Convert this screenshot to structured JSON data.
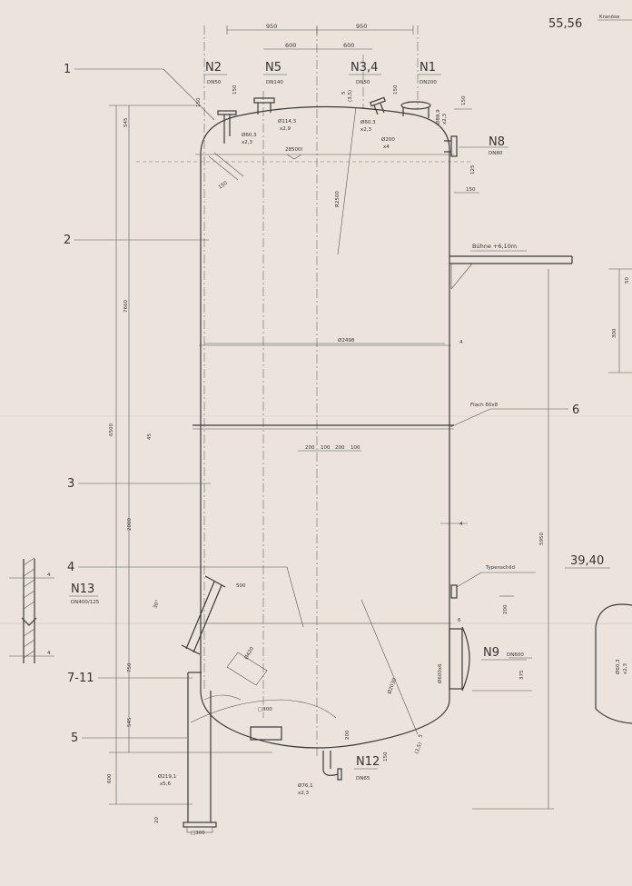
{
  "header": {
    "sheet_no": "55,56",
    "corner_note": "Kranöse"
  },
  "nozzles": {
    "n1": {
      "tag": "N1",
      "dn": "DN200"
    },
    "n2": {
      "tag": "N2",
      "dn": "DN50"
    },
    "n5": {
      "tag": "N5",
      "dn": "DN140"
    },
    "n34": {
      "tag": "N3,4",
      "dn": "DN50"
    },
    "n8": {
      "tag": "N8",
      "dn": "DN80"
    },
    "n9": {
      "tag": "N9",
      "dn": "DN600"
    },
    "n12": {
      "tag": "N12",
      "dn": "DN65"
    },
    "n13": {
      "tag": "N13",
      "dn": "DN400/125"
    }
  },
  "positions": [
    "1",
    "2",
    "3",
    "4",
    "5",
    "6",
    "7-11"
  ],
  "labels": {
    "platform": "Bühne +6,10m",
    "flat_bar": "Flach 60x8",
    "nameplate": "Typenschild",
    "side_weight": "39,40",
    "volume": "28500l"
  },
  "dims": {
    "top_950_left": "950",
    "top_950_right": "950",
    "top_600_left": "600",
    "top_600_right": "600",
    "n2_pipe": "Ø60,3",
    "n2_wall": "x2,3",
    "n5_pipe": "Ø114,3",
    "n5_wall": "x2,9",
    "n34_pipe": "Ø60,3",
    "n34_wall": "x2,3",
    "n1_pipe": "Ø200",
    "n1_wall": "x4",
    "n8_pipe": "Ø88,9",
    "n8_wall": "x2,3",
    "d150_a": "150",
    "d150_b": "150",
    "d150_c": "150",
    "d150_d": "150",
    "d125": "125",
    "d150_e": "150",
    "d5_top": "5",
    "d5_top_b": "(3,5)",
    "r2500": "R2500",
    "diam_shell": "Ø2498",
    "wall4_a": "4",
    "wall4_b": "4",
    "d545_top": "545",
    "d7660": "7660",
    "d6500": "6500",
    "d45": "45",
    "d2000": "2000",
    "d750": "750",
    "d545_bot": "545",
    "d600": "600",
    "d5950": "5950",
    "seg_200a": "200",
    "seg_100a": "100",
    "seg_200b": "200",
    "seg_100b": "100",
    "n13_len": "500",
    "n13_ang": "30°",
    "n13_dia": "Ø420",
    "d200_a": "200",
    "d6": "6",
    "n9_pipe": "Ø600x6",
    "d375": "375",
    "r_bottom": "Ø2030",
    "d5_bot": "5",
    "d5_bot_b": "(3,5)",
    "sq300_top": "□300",
    "sq300_bot": "□300",
    "d200_skirt": "200",
    "d150_n12": "150",
    "leg_pipe": "Ø219,1",
    "leg_wall": "x5,6",
    "n12_pipe": "Ø76,1",
    "n12_wall": "x2,3",
    "d20": "20",
    "side_50": "50",
    "side_300": "300",
    "side_60": "Ø60,3",
    "side_60w": "x2,3"
  }
}
